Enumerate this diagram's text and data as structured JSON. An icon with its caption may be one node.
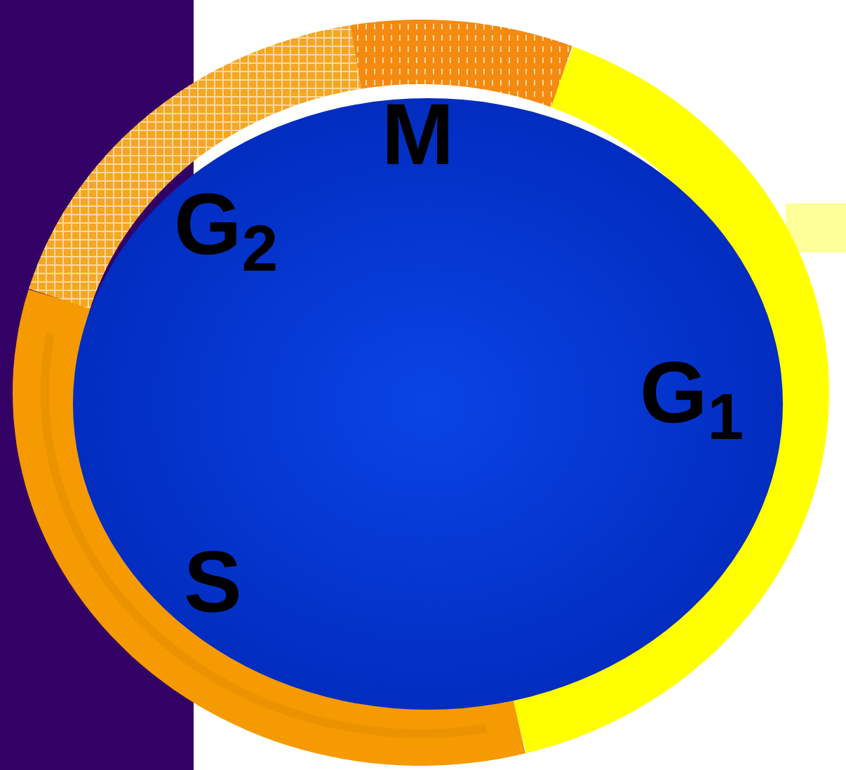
{
  "diagram": {
    "labels": [
      "M",
      "G$_{2}$",
      "G$_{1}$",
      "S"
    ]
  }
}
